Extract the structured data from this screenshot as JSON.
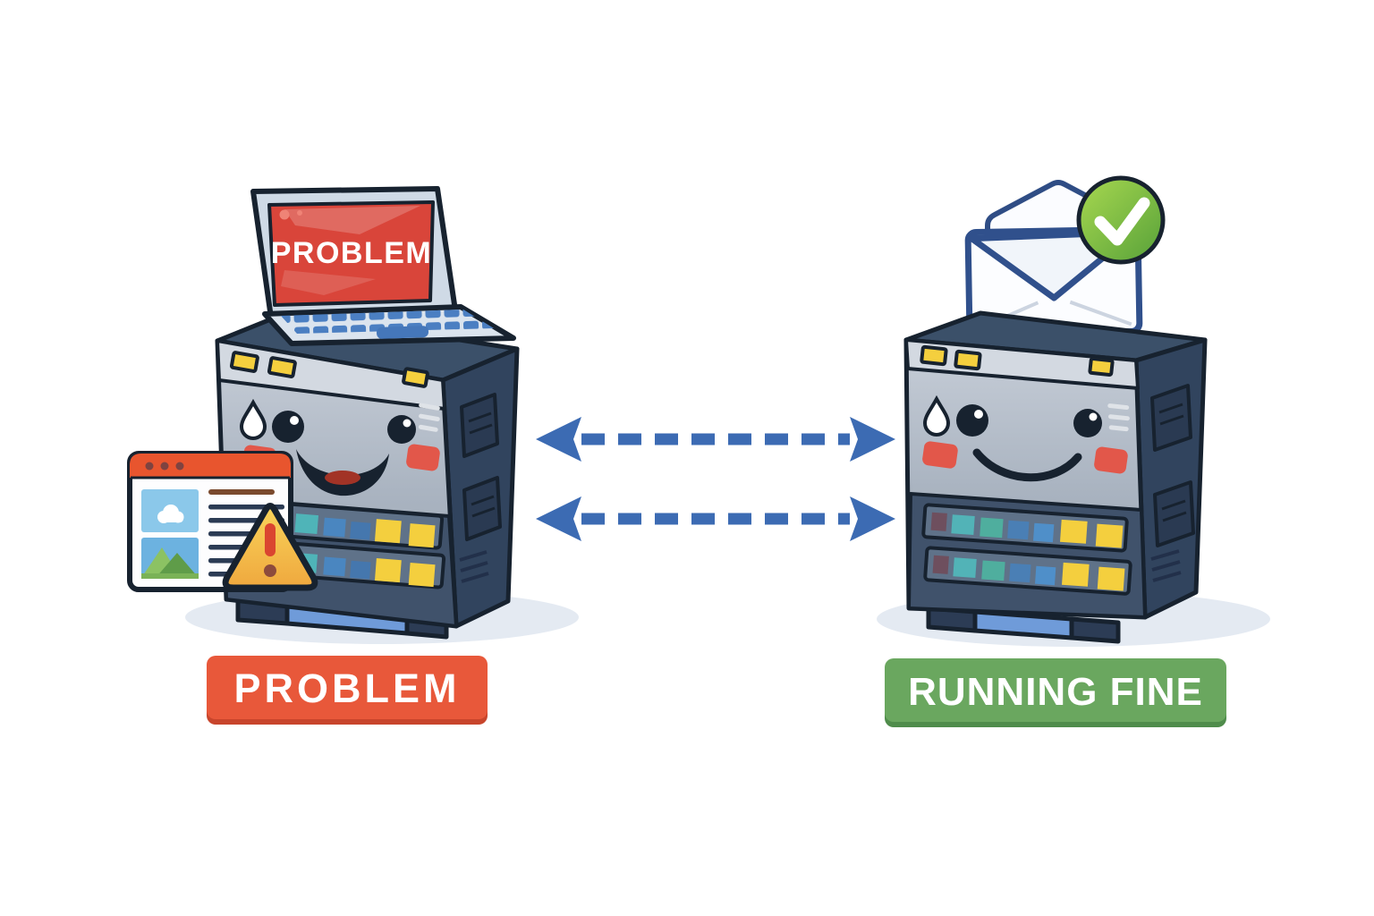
{
  "scene": {
    "background": "#ffffff"
  },
  "colors": {
    "outline": "#17222f",
    "problem_red": "#e8583a",
    "problem_red_shadow": "#c8452c",
    "running_green": "#6aa75f",
    "running_green_shadow": "#4f8c4b",
    "arrow_blue": "#3c6bb3",
    "screen_red": "#d9453a",
    "warning_yellow": "#f6c245",
    "warning_exclamation_red": "#da4530",
    "check_green": "#6fb33f",
    "browser_header_orange": "#e8552e",
    "indicator_yellow": "#f4cf3e",
    "indicator_teal": "#4fb4b8",
    "indicator_blue": "#4a86c0",
    "server_side_navy": "#31445e",
    "server_front_gray": "#b3bcc8",
    "shadow_gray": "#e4eaf2"
  },
  "left": {
    "laptop_screen_text": "PROBLEM",
    "status_label": "PROBLEM",
    "icons": [
      "laptop-icon",
      "server-face-icon",
      "browser-window-icon",
      "warning-icon"
    ]
  },
  "right": {
    "status_label": "RUNNING FINE",
    "icons": [
      "envelope-icon",
      "check-icon",
      "server-face-icon"
    ]
  },
  "connection": {
    "type": "bidirectional-dashed-arrows",
    "count": 2
  }
}
